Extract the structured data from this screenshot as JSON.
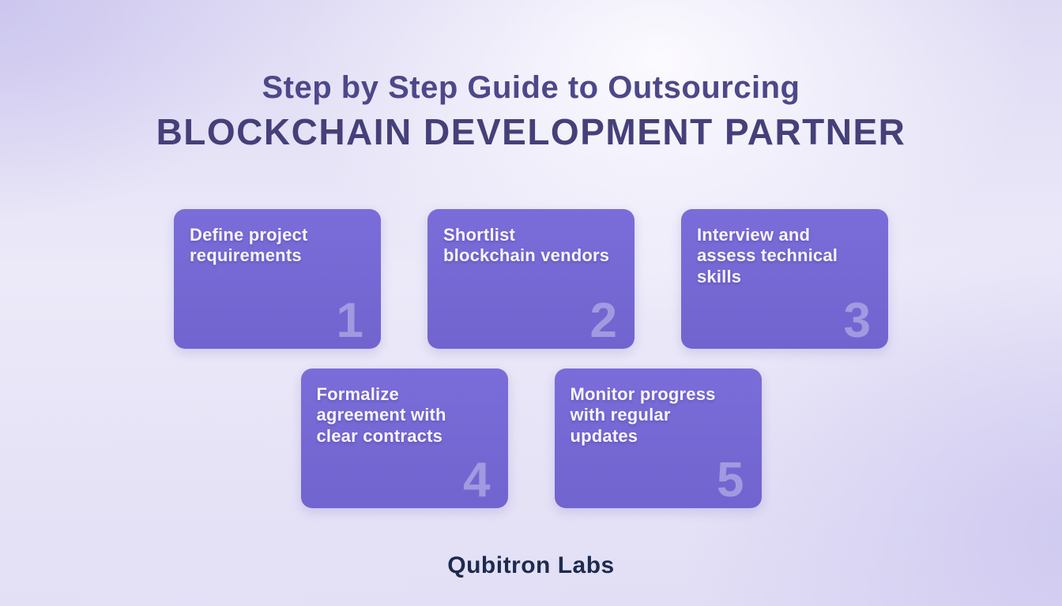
{
  "title": {
    "line1": "Step by Step Guide to Outsourcing",
    "line2": "BLOCKCHAIN DEVELOPMENT PARTNER"
  },
  "steps": [
    {
      "number": "1",
      "label": "Define project requirements"
    },
    {
      "number": "2",
      "label": "Shortlist blockchain vendors"
    },
    {
      "number": "3",
      "label": "Interview and assess technical skills"
    },
    {
      "number": "4",
      "label": "Formalize agreement with clear contracts"
    },
    {
      "number": "5",
      "label": "Monitor progress with regular updates"
    }
  ],
  "footer": {
    "brand": "Qubitron Labs"
  },
  "colors": {
    "card_background": "#7568d4",
    "card_number": "rgba(255,255,255,0.34)",
    "title_primary": "#4d4889",
    "title_secondary": "#454079",
    "brand_text": "#1d2b4e",
    "page_background": "#e4e1f6"
  }
}
